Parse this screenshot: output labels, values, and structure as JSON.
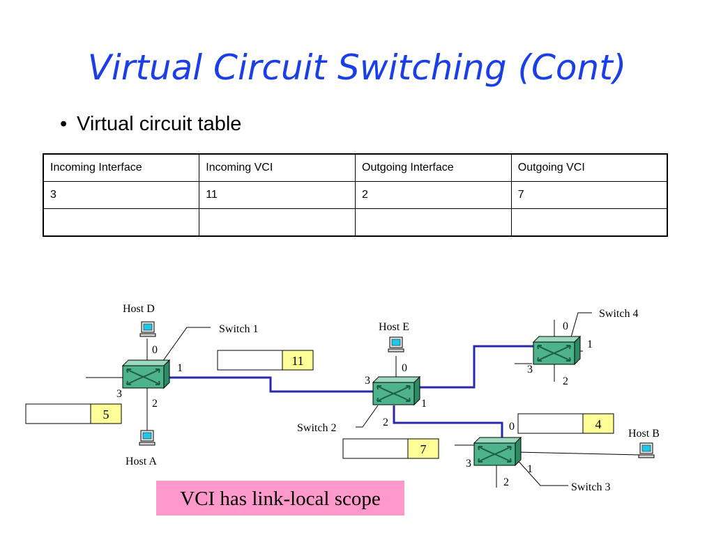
{
  "title": "Virtual Circuit Switching (Cont)",
  "bullet": "Virtual circuit table",
  "table": {
    "headers": [
      "Incoming Interface",
      "Incoming VCI",
      "Outgoing Interface",
      "Outgoing VCI"
    ],
    "rows": [
      [
        "3",
        "11",
        "2",
        "7"
      ],
      [
        "",
        "",
        "",
        ""
      ]
    ]
  },
  "diagram": {
    "hosts": {
      "a": "Host A",
      "b": "Host B",
      "d": "Host D",
      "e": "Host E"
    },
    "switches": {
      "s1": "Switch 1",
      "s2": "Switch 2",
      "s3": "Switch 3",
      "s4": "Switch 4"
    },
    "ports": {
      "s1": {
        "p0": "0",
        "p1": "1",
        "p2": "2",
        "p3": "3"
      },
      "s2": {
        "p0": "0",
        "p1": "1",
        "p2": "2",
        "p3": "3"
      },
      "s3": {
        "p0": "0",
        "p1": "1",
        "p2": "2",
        "p3": "3"
      },
      "s4": {
        "p0": "0",
        "p1": "1",
        "p2": "2",
        "p3": "3"
      }
    },
    "vci_labels": {
      "link_a": "5",
      "link_s1_s2": "11",
      "link_s2_s3": "7",
      "link_s3_b": "4"
    },
    "colors": {
      "circuit_line": "#2a2aa8",
      "vci_highlight": "#ffff99",
      "switch_fill": "#4db38a",
      "note_bg": "#ff99cc"
    }
  },
  "note": "VCI has link-local scope"
}
